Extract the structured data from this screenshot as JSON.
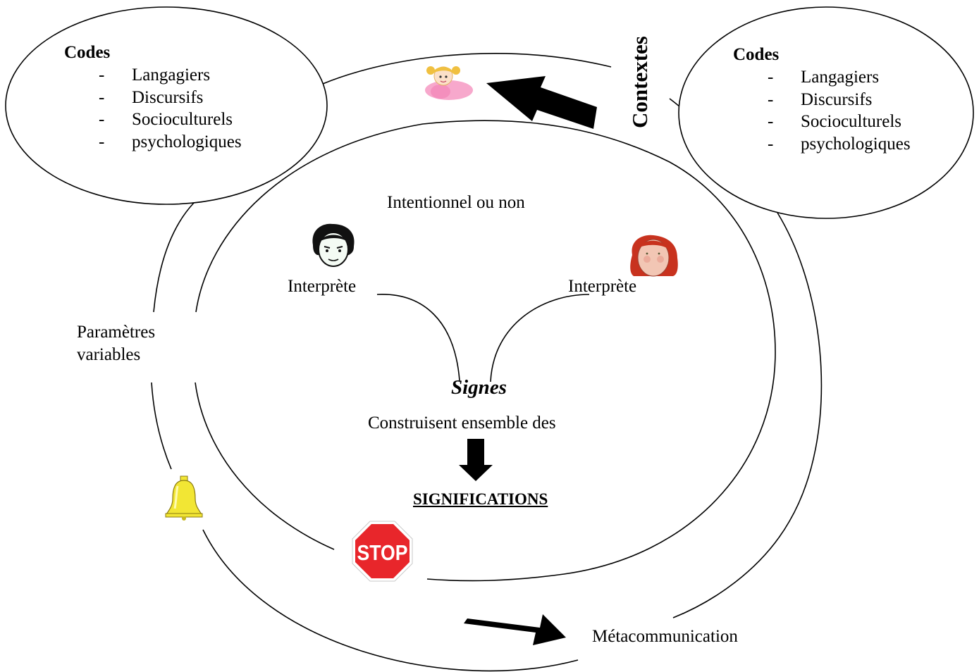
{
  "codes_left": {
    "title": "Codes",
    "items": [
      "Langagiers",
      "Discursifs",
      "Socioculturels",
      "psychologiques"
    ]
  },
  "codes_right": {
    "title": "Codes",
    "items": [
      "Langagiers",
      "Discursifs",
      "Socioculturels",
      "psychologiques"
    ]
  },
  "contextes": "Contextes",
  "intention": "Intentionnel ou non",
  "interprete_left": "Interprète",
  "interprete_right": "Interprète",
  "parametres": {
    "line1": "Paramètres",
    "line2": "variables"
  },
  "signes": "Signes",
  "construisent": "Construisent ensemble des",
  "significations": "SIGNIFICATIONS",
  "metacommunication": "Métacommunication",
  "stop_sign": "STOP",
  "colors": {
    "stop_red": "#e8262b",
    "bell_yellow": "#f2e634",
    "child_pink": "#f7a8cc",
    "hair_red": "#c8321e",
    "line": "#000000"
  },
  "icons": [
    "child-doll-icon",
    "dark-haired-face-icon",
    "red-haired-face-icon",
    "bell-icon",
    "stop-sign-icon"
  ]
}
